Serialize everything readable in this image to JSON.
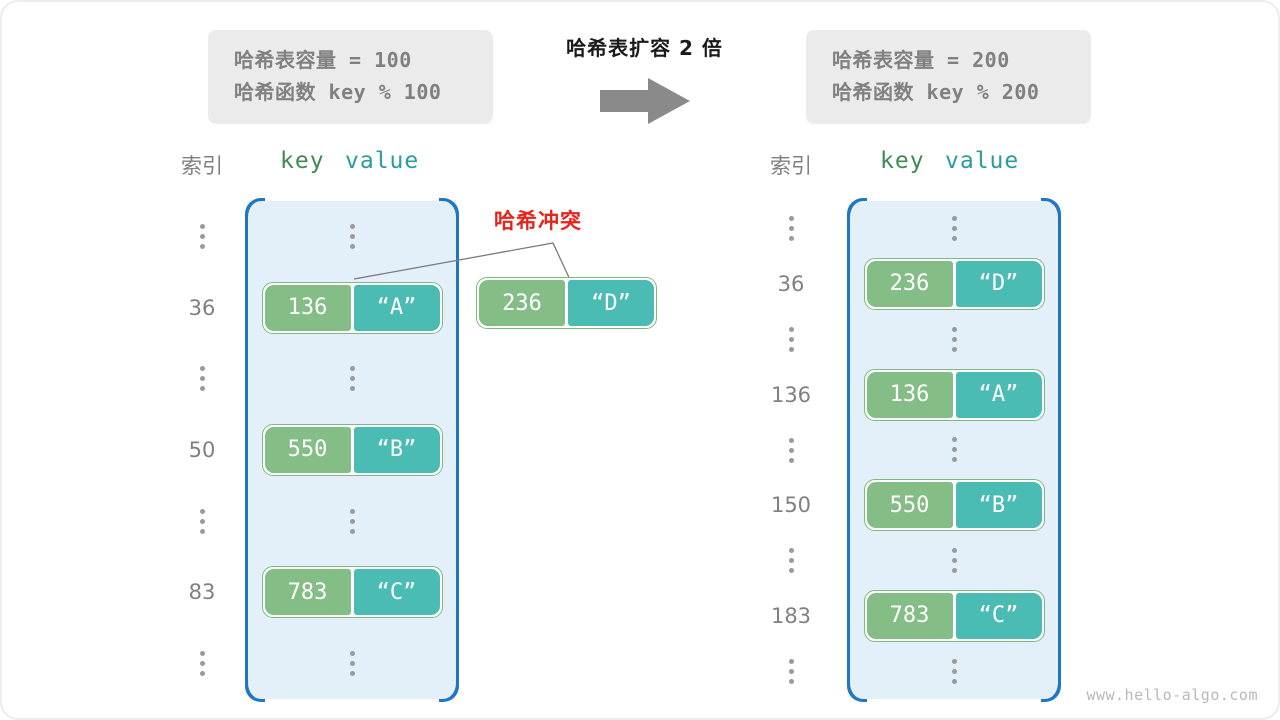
{
  "watermark": "www.hello-algo.com",
  "center": {
    "title": "哈希表扩容 2 倍",
    "arrow_icon": "right-arrow-icon"
  },
  "collision": {
    "label": "哈希冲突",
    "color": "#e8231b"
  },
  "colors": {
    "key_cell": "#85bd86",
    "value_cell": "#4bbcb4",
    "pair_border": "#7fb97f",
    "table_border": "#1f77c4",
    "table_fill": "#e3f0fa",
    "info_box_bg": "#ebebeb",
    "muted_text": "#808080",
    "key_caption": "#3f8a52",
    "value_caption": "#2b9c9c",
    "arrow": "#8a8a8a"
  },
  "left": {
    "info": {
      "capacity_line": "哈希表容量 = 100",
      "hash_line": "哈希函数 key % 100"
    },
    "captions": {
      "index": "索引",
      "key": "key",
      "value": "value"
    },
    "rows": [
      {
        "index": "⋮",
        "type": "dots"
      },
      {
        "index": "36",
        "type": "entry",
        "key": "136",
        "value": "“A”"
      },
      {
        "index": "⋮",
        "type": "dots"
      },
      {
        "index": "50",
        "type": "entry",
        "key": "550",
        "value": "“B”"
      },
      {
        "index": "⋮",
        "type": "dots"
      },
      {
        "index": "83",
        "type": "entry",
        "key": "783",
        "value": "“C”"
      },
      {
        "index": "⋮",
        "type": "dots"
      }
    ],
    "colliding_entry": {
      "key": "236",
      "value": "“D”"
    }
  },
  "right": {
    "info": {
      "capacity_line": "哈希表容量 = 200",
      "hash_line": "哈希函数 key % 200"
    },
    "captions": {
      "index": "索引",
      "key": "key",
      "value": "value"
    },
    "rows": [
      {
        "index": "⋮",
        "type": "dots"
      },
      {
        "index": "36",
        "type": "entry",
        "key": "236",
        "value": "“D”"
      },
      {
        "index": "⋮",
        "type": "dots"
      },
      {
        "index": "136",
        "type": "entry",
        "key": "136",
        "value": "“A”"
      },
      {
        "index": "⋮",
        "type": "dots"
      },
      {
        "index": "150",
        "type": "entry",
        "key": "550",
        "value": "“B”"
      },
      {
        "index": "⋮",
        "type": "dots"
      },
      {
        "index": "183",
        "type": "entry",
        "key": "783",
        "value": "“C”"
      },
      {
        "index": "⋮",
        "type": "dots"
      }
    ]
  }
}
